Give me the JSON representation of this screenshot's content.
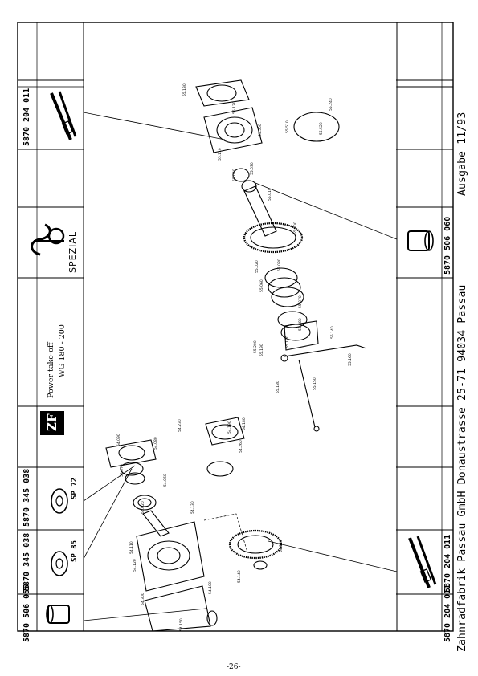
{
  "header": {
    "title": "Power take-off",
    "model": "WG 180 - 200",
    "brand_text": "SPEZIAL",
    "logo_text": "ZF"
  },
  "tool_boxes": {
    "top": [
      {
        "part_no": "5870 204 011"
      },
      {
        "part_no": ""
      }
    ],
    "right": [
      {
        "part_no": "5870 506 060"
      }
    ],
    "bottom": [
      {
        "part_no": "5870 506 055"
      },
      {
        "part_no": "5870 345 038",
        "tag": "SP 85"
      },
      {
        "part_no": "5870 345 038",
        "tag": "SP 72"
      }
    ],
    "bottom_right": [
      {
        "part_no": "5870 204 011"
      }
    ]
  },
  "part_labels": {
    "upper": [
      "55.130",
      "55.120",
      "55.500",
      "55.110",
      "55.040",
      "55.030",
      "55.010",
      "55.000",
      "55.020",
      "55.080",
      "55.060",
      "55.070",
      "55.180",
      "55.200",
      "55.190",
      "55.170",
      "55.140",
      "55.160",
      "55.150",
      "55.180",
      "55.510",
      "55.520",
      "55.240"
    ],
    "lower": [
      "54.090",
      "54.070",
      "54.080",
      "54.060",
      "54.020",
      "54.110",
      "54.120",
      "54.300",
      "54.150",
      "54.130",
      "54.140",
      "54.100",
      "54.190",
      "54.230",
      "54.180",
      "54.260",
      "54.330"
    ]
  },
  "footer": {
    "address": "Zahnradfabrik Passau GmbH Donaustrasse 25-71 94034 Passau",
    "edition": "Ausgabe 11/93",
    "page_number": "-26-"
  }
}
